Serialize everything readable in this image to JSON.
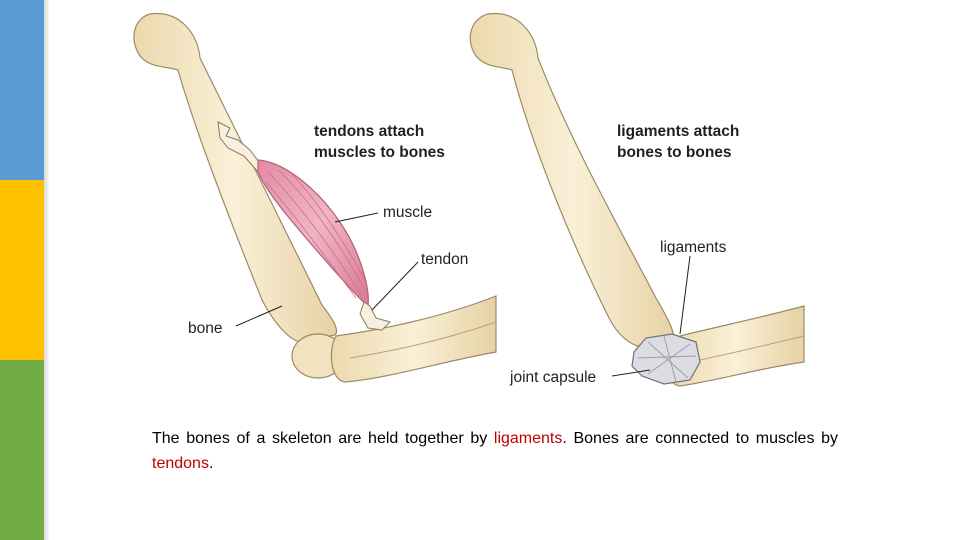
{
  "diagram": {
    "left_panel": {
      "heading_line1": "tendons attach",
      "heading_line2": "muscles to bones",
      "label_muscle": "muscle",
      "label_tendon": "tendon",
      "label_bone": "bone"
    },
    "right_panel": {
      "heading_line1": "ligaments attach",
      "heading_line2": "bones to bones",
      "label_ligaments": "ligaments",
      "label_joint_capsule": "joint capsule"
    }
  },
  "caption": {
    "part1": "The bones of a skeleton are held together by ",
    "kw_ligaments": "ligaments",
    "part2": ". Bones are connected to ",
    "kw_muscles": "muscles",
    "part3": " by ",
    "kw_tendons": "tendons",
    "part4": "."
  },
  "colors": {
    "accent_blue": "#5b9bd5",
    "accent_yellow": "#ffc000",
    "accent_green": "#70ad47",
    "bone": "#f5e8c8",
    "muscle": "#e8a2b5",
    "keyword_red": "#c00000"
  }
}
